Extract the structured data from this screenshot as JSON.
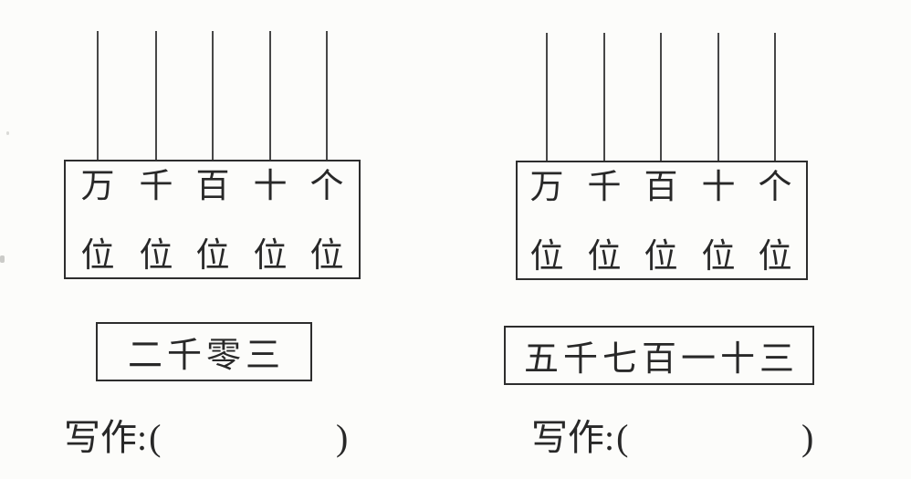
{
  "colors": {
    "ink": "#282828",
    "paper": "#fcfcfa",
    "rod": "#474747"
  },
  "panels": [
    {
      "place_units": [
        "万",
        "千",
        "百",
        "十",
        "个"
      ],
      "place_suffix": [
        "位",
        "位",
        "位",
        "位",
        "位"
      ],
      "number_words": "二千零三",
      "write_prompt": "写作",
      "prompt_punct": ":(",
      "close_paren": ")"
    },
    {
      "place_units": [
        "万",
        "千",
        "百",
        "十",
        "个"
      ],
      "place_suffix": [
        "位",
        "位",
        "位",
        "位",
        "位"
      ],
      "number_words": "五千七百一十三",
      "write_prompt": "写作",
      "prompt_punct": ":(",
      "close_paren": ")"
    }
  ]
}
